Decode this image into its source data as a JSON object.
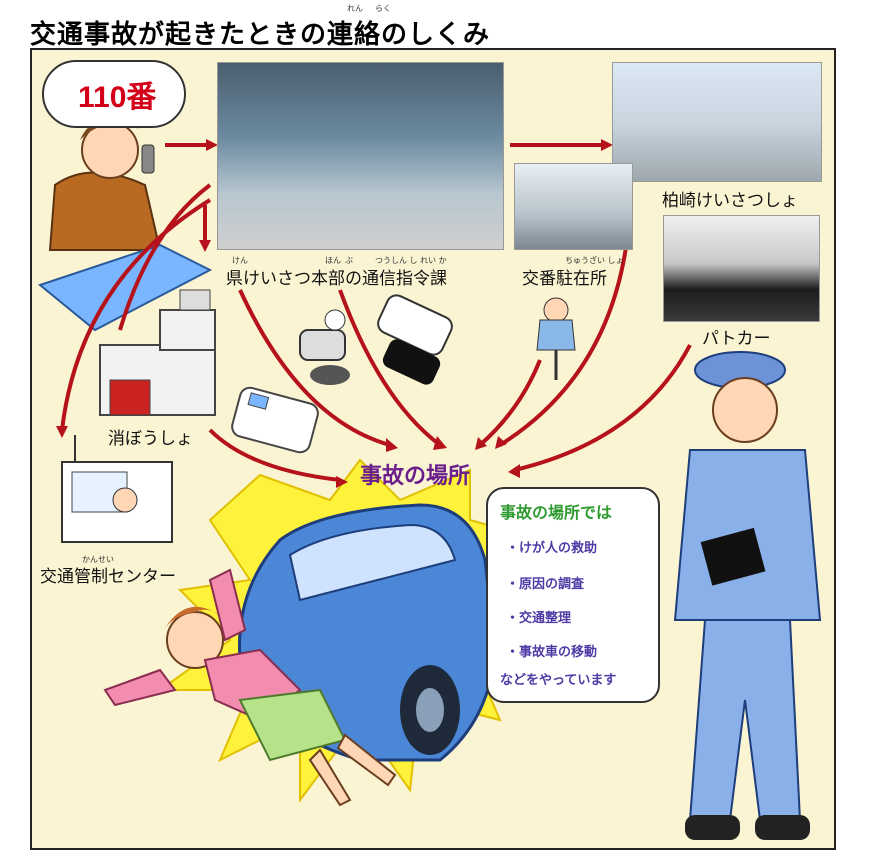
{
  "title": "交通事故が起きたときの連絡のしくみ",
  "title_ruby": [
    "れん",
    "らく"
  ],
  "call": {
    "number": "110番"
  },
  "nodes": {
    "hq": {
      "label": "県けいさつ本部の通信指令課",
      "ruby": [
        "けん",
        "ほん",
        "ぶ",
        "つうしん し れい か"
      ]
    },
    "koban": {
      "label": "交番駐在所",
      "ruby": [
        "ちゅうざい しょ"
      ]
    },
    "station": {
      "label": "柏崎けいさつしょ"
    },
    "patrol_car": {
      "label": "パトカー"
    },
    "fire_station": {
      "label": "消ぼうしょ"
    },
    "traffic_center": {
      "label": "交通管制センター",
      "ruby": [
        "かんせい"
      ]
    },
    "accident_site": {
      "label": "事故の場所"
    }
  },
  "bubble": {
    "heading": "事故の場所では",
    "items": [
      "・けが人の救助",
      "・原因の調査",
      "・交通整理",
      "・事故車の移動"
    ],
    "footer": "などをやっています"
  },
  "colors": {
    "arrow": "#b5121b",
    "frame_bg": "#fbf4d3",
    "accent_purple": "#6a1f8c",
    "accent_green": "#2f9a2f",
    "burst": "#fff23a"
  }
}
